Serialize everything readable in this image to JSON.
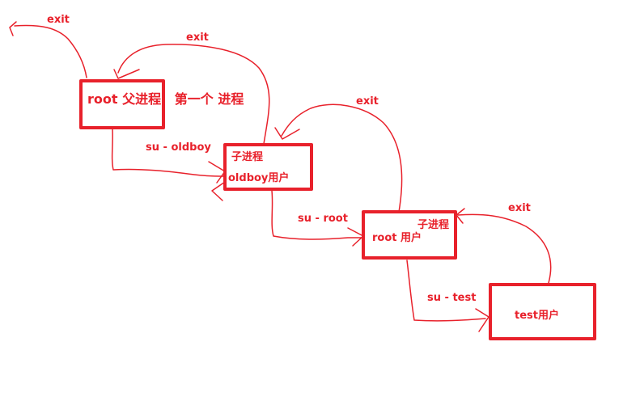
{
  "colors": {
    "ink": "#e8212b",
    "background": "#ffffff"
  },
  "nodes": {
    "root_parent": {
      "line1": "root 父进程   第一个 进程"
    },
    "oldboy": {
      "line1": "子进程",
      "line2": "oldboy用户"
    },
    "root_child": {
      "line1": "子进程",
      "line2": "root 用户"
    },
    "test": {
      "line1": "test用户"
    }
  },
  "edges": {
    "exit_root_out": "exit",
    "exit_oldboy_to_root": "exit",
    "su_oldboy": "su - oldboy",
    "exit_root_to_oldboy": "exit",
    "su_root": "su - root",
    "exit_test_to_root": "exit",
    "su_test": "su - test"
  }
}
